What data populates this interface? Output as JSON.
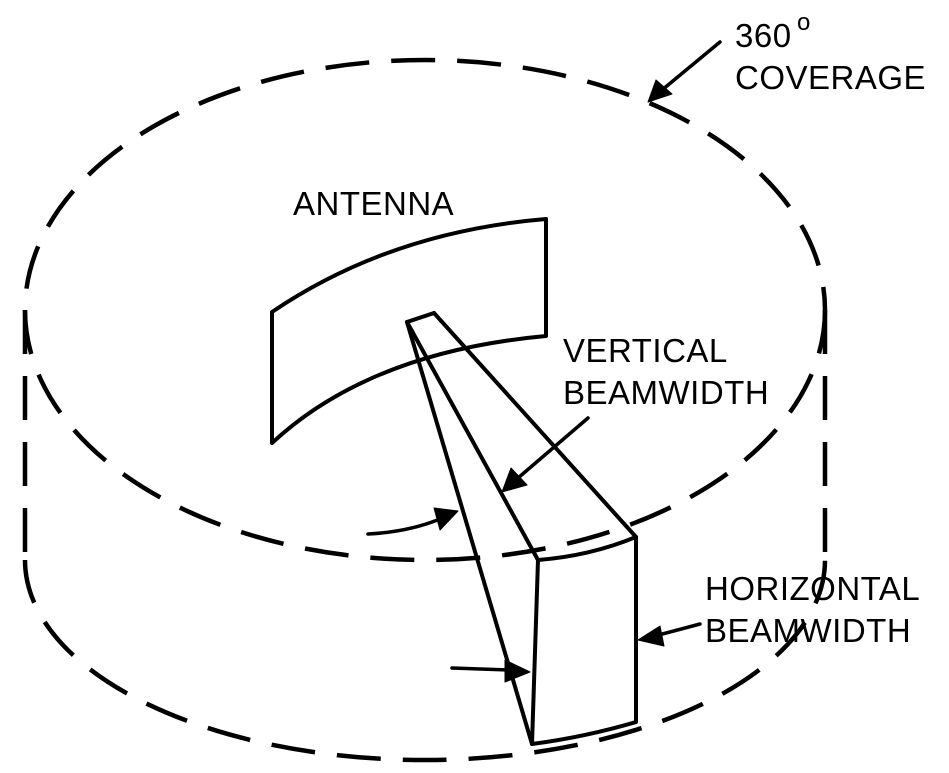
{
  "labels": {
    "coverage_value": "360",
    "coverage_unit": "o",
    "coverage_word": "COVERAGE",
    "antenna": "ANTENNA",
    "vertical_line1": "VERTICAL",
    "vertical_line2": "BEAMWIDTH",
    "horizontal_line1": "HORIZONTAL",
    "horizontal_line2": "BEAMWIDTH"
  },
  "colors": {
    "ink": "#000000",
    "background": "#ffffff"
  }
}
